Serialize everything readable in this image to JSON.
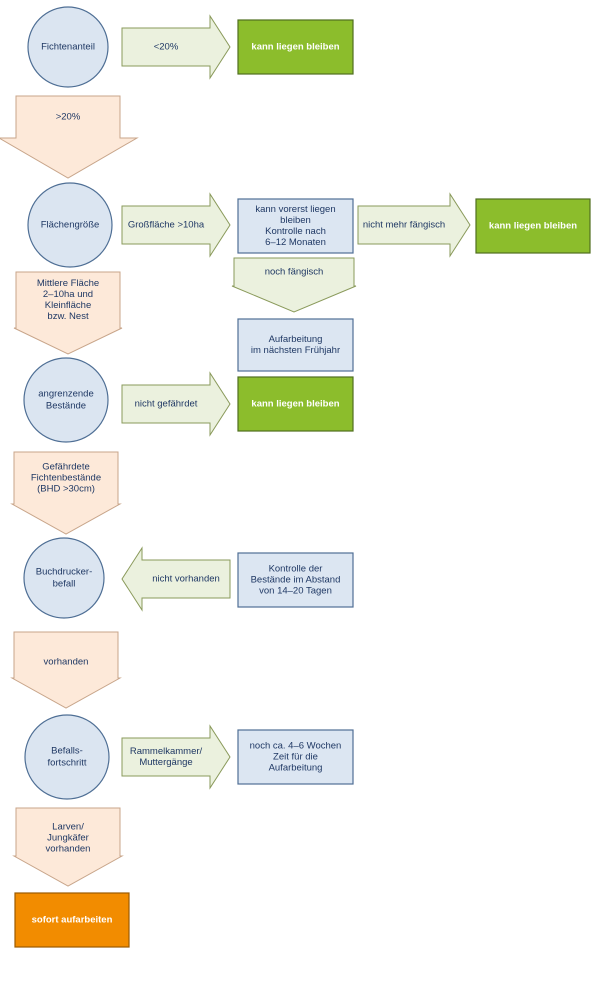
{
  "colors": {
    "circle_fill": "#dbe5f1",
    "circle_stroke": "#4f6f95",
    "box_fill": "#dce6f2",
    "box_stroke": "#4f6f95",
    "green_fill": "#8cbd2c",
    "green_stroke": "#4f6f1f",
    "orange_fill": "#f28c00",
    "orange_stroke": "#9c5a00",
    "arrow_green_fill": "#ebf1de",
    "arrow_green_stroke": "#8a9a5b",
    "arrow_peach_fill": "#fde9d9",
    "arrow_peach_stroke": "#c8a58a",
    "text_dark": "#1f3864",
    "text_light": "#ffffff"
  },
  "nodes": {
    "fichtenanteil": "Fichtenanteil",
    "flaechengroesse": "Flächengröße",
    "angrenzende": [
      "angrenzende",
      "Bestände"
    ],
    "buchdrucker": [
      "Buchdrucker-",
      "befall"
    ],
    "befall": [
      "Befalls-",
      "fortschritt"
    ]
  },
  "arrows": {
    "lt20": "<20%",
    "gt20": ">20%",
    "grossflaeche": "Großfläche >10ha",
    "nicht_mehr": "nicht mehr fängisch",
    "noch_faengisch": "noch fängisch",
    "mittlere": [
      "Mittlere Fläche",
      "2–10ha und",
      "Kleinfläche",
      "bzw. Nest"
    ],
    "nicht_gefaehrdet": "nicht gefährdet",
    "gefaehrdete": [
      "Gefährdete",
      "Fichtenbestände",
      "(BHD >30cm)"
    ],
    "nicht_vorhanden": "nicht vorhanden",
    "vorhanden": "vorhanden",
    "rammelkammer": [
      "Rammelkammer/",
      "Muttergänge"
    ],
    "larven": [
      "Larven/",
      "Jungkäfer",
      "vorhanden"
    ]
  },
  "boxes": {
    "kann1": "kann liegen bleiben",
    "kann2": "kann liegen bleiben",
    "kann3": "kann liegen bleiben",
    "vorerst": [
      "kann vorerst liegen",
      "bleiben",
      "Kontrolle nach",
      "6–12 Monaten"
    ],
    "aufarbeitung": [
      "Aufarbeitung",
      "im nächsten Frühjahr"
    ],
    "kontrolle": [
      "Kontrolle der",
      "Bestände im Abstand",
      "von 14–20 Tagen"
    ],
    "wochen": [
      "noch ca. 4–6 Wochen",
      "Zeit für die",
      "Aufarbeitung"
    ],
    "sofort": "sofort aufarbeiten"
  }
}
